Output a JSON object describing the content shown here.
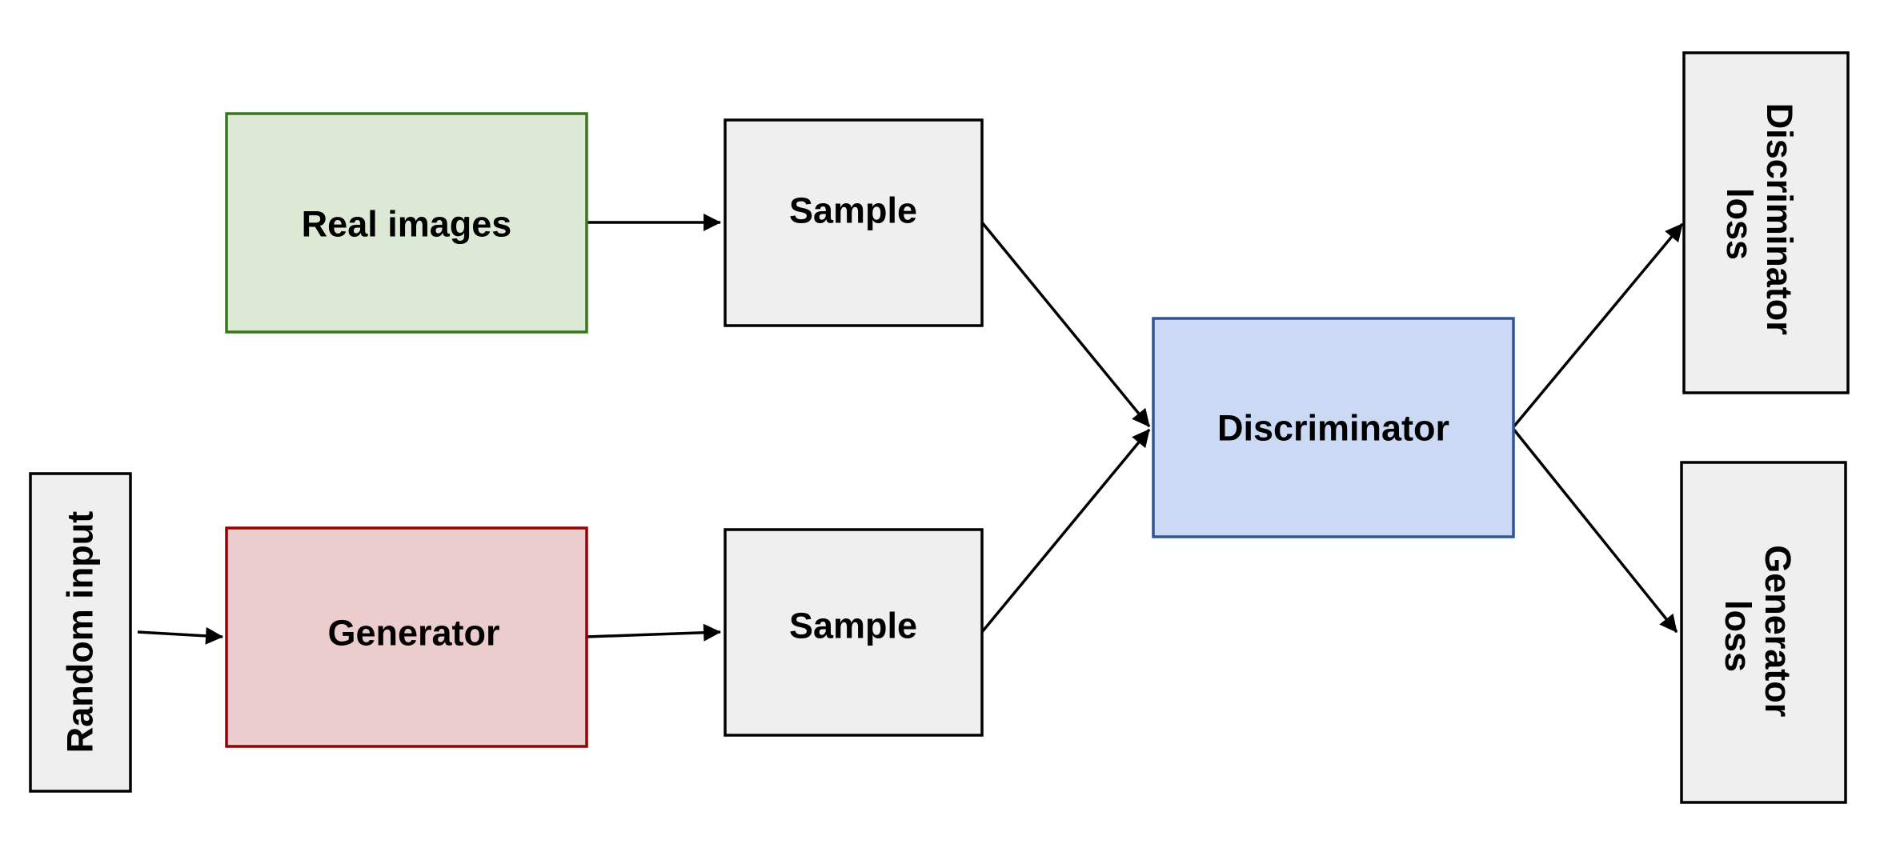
{
  "colors": {
    "real_fill": "#dce9d5",
    "real_stroke": "#38761d",
    "generator_fill": "#eccdcd",
    "generator_stroke": "#990000",
    "sample_fill": "#efefef",
    "sample_stroke": "#000000",
    "discriminator_fill": "#cbd9f5",
    "discriminator_stroke": "#2f5597",
    "input_fill": "#efefef",
    "loss_fill": "#efefef",
    "arrow": "#000000"
  },
  "nodes": {
    "random_input": {
      "label": "Random input"
    },
    "real_images": {
      "label": "Real images"
    },
    "generator": {
      "label": "Generator"
    },
    "sample_real": {
      "label": "Sample"
    },
    "sample_fake": {
      "label": "Sample"
    },
    "discriminator": {
      "label": "Discriminator"
    },
    "discriminator_loss": {
      "lines": [
        "Discriminator",
        "loss"
      ]
    },
    "generator_loss": {
      "lines": [
        "Generator",
        "loss"
      ]
    }
  },
  "edges": [
    {
      "from": "random_input",
      "to": "generator"
    },
    {
      "from": "real_images",
      "to": "sample_real"
    },
    {
      "from": "generator",
      "to": "sample_fake"
    },
    {
      "from": "sample_real",
      "to": "discriminator"
    },
    {
      "from": "sample_fake",
      "to": "discriminator"
    },
    {
      "from": "discriminator",
      "to": "discriminator_loss"
    },
    {
      "from": "discriminator",
      "to": "generator_loss"
    }
  ]
}
